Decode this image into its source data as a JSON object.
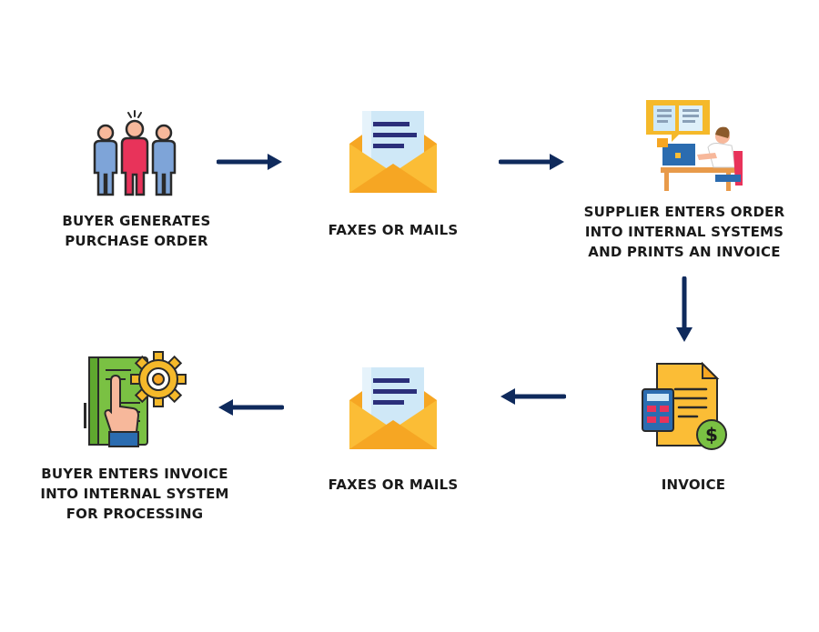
{
  "steps": [
    {
      "id": "buyer",
      "icon": "people-group-icon",
      "lines": [
        "BUYER GENERATES",
        "PURCHASE ORDER"
      ]
    },
    {
      "id": "fax1",
      "icon": "envelope-icon",
      "lines": [
        "FAXES OR MAILS"
      ]
    },
    {
      "id": "supplier",
      "icon": "worker-at-desk-icon",
      "lines": [
        "SUPPLIER ENTERS ORDER",
        "INTO INTERNAL SYSTEMS",
        "AND PRINTS AN INVOICE"
      ]
    },
    {
      "id": "invoice",
      "icon": "invoice-calculator-icon",
      "lines": [
        "INVOICE"
      ]
    },
    {
      "id": "fax2",
      "icon": "envelope-icon",
      "lines": [
        "FAXES OR MAILS"
      ]
    },
    {
      "id": "buyer2",
      "icon": "clipboard-gear-hand-icon",
      "lines": [
        "BUYER ENTERS INVOICE",
        "INTO INTERNAL SYSTEM",
        "FOR PROCESSING"
      ]
    }
  ],
  "colors": {
    "arrow": "#0f2a5c",
    "envelope": "#fbbd36",
    "envelope_dark": "#f6a623",
    "paper": "#cfe8f7",
    "text_lines": "#2b2f7a",
    "gear": "#f5b92a",
    "clipboard": "#7ac143",
    "person_red": "#e8335a",
    "person_blue": "#7ea4d8",
    "skin": "#f7b89b"
  }
}
